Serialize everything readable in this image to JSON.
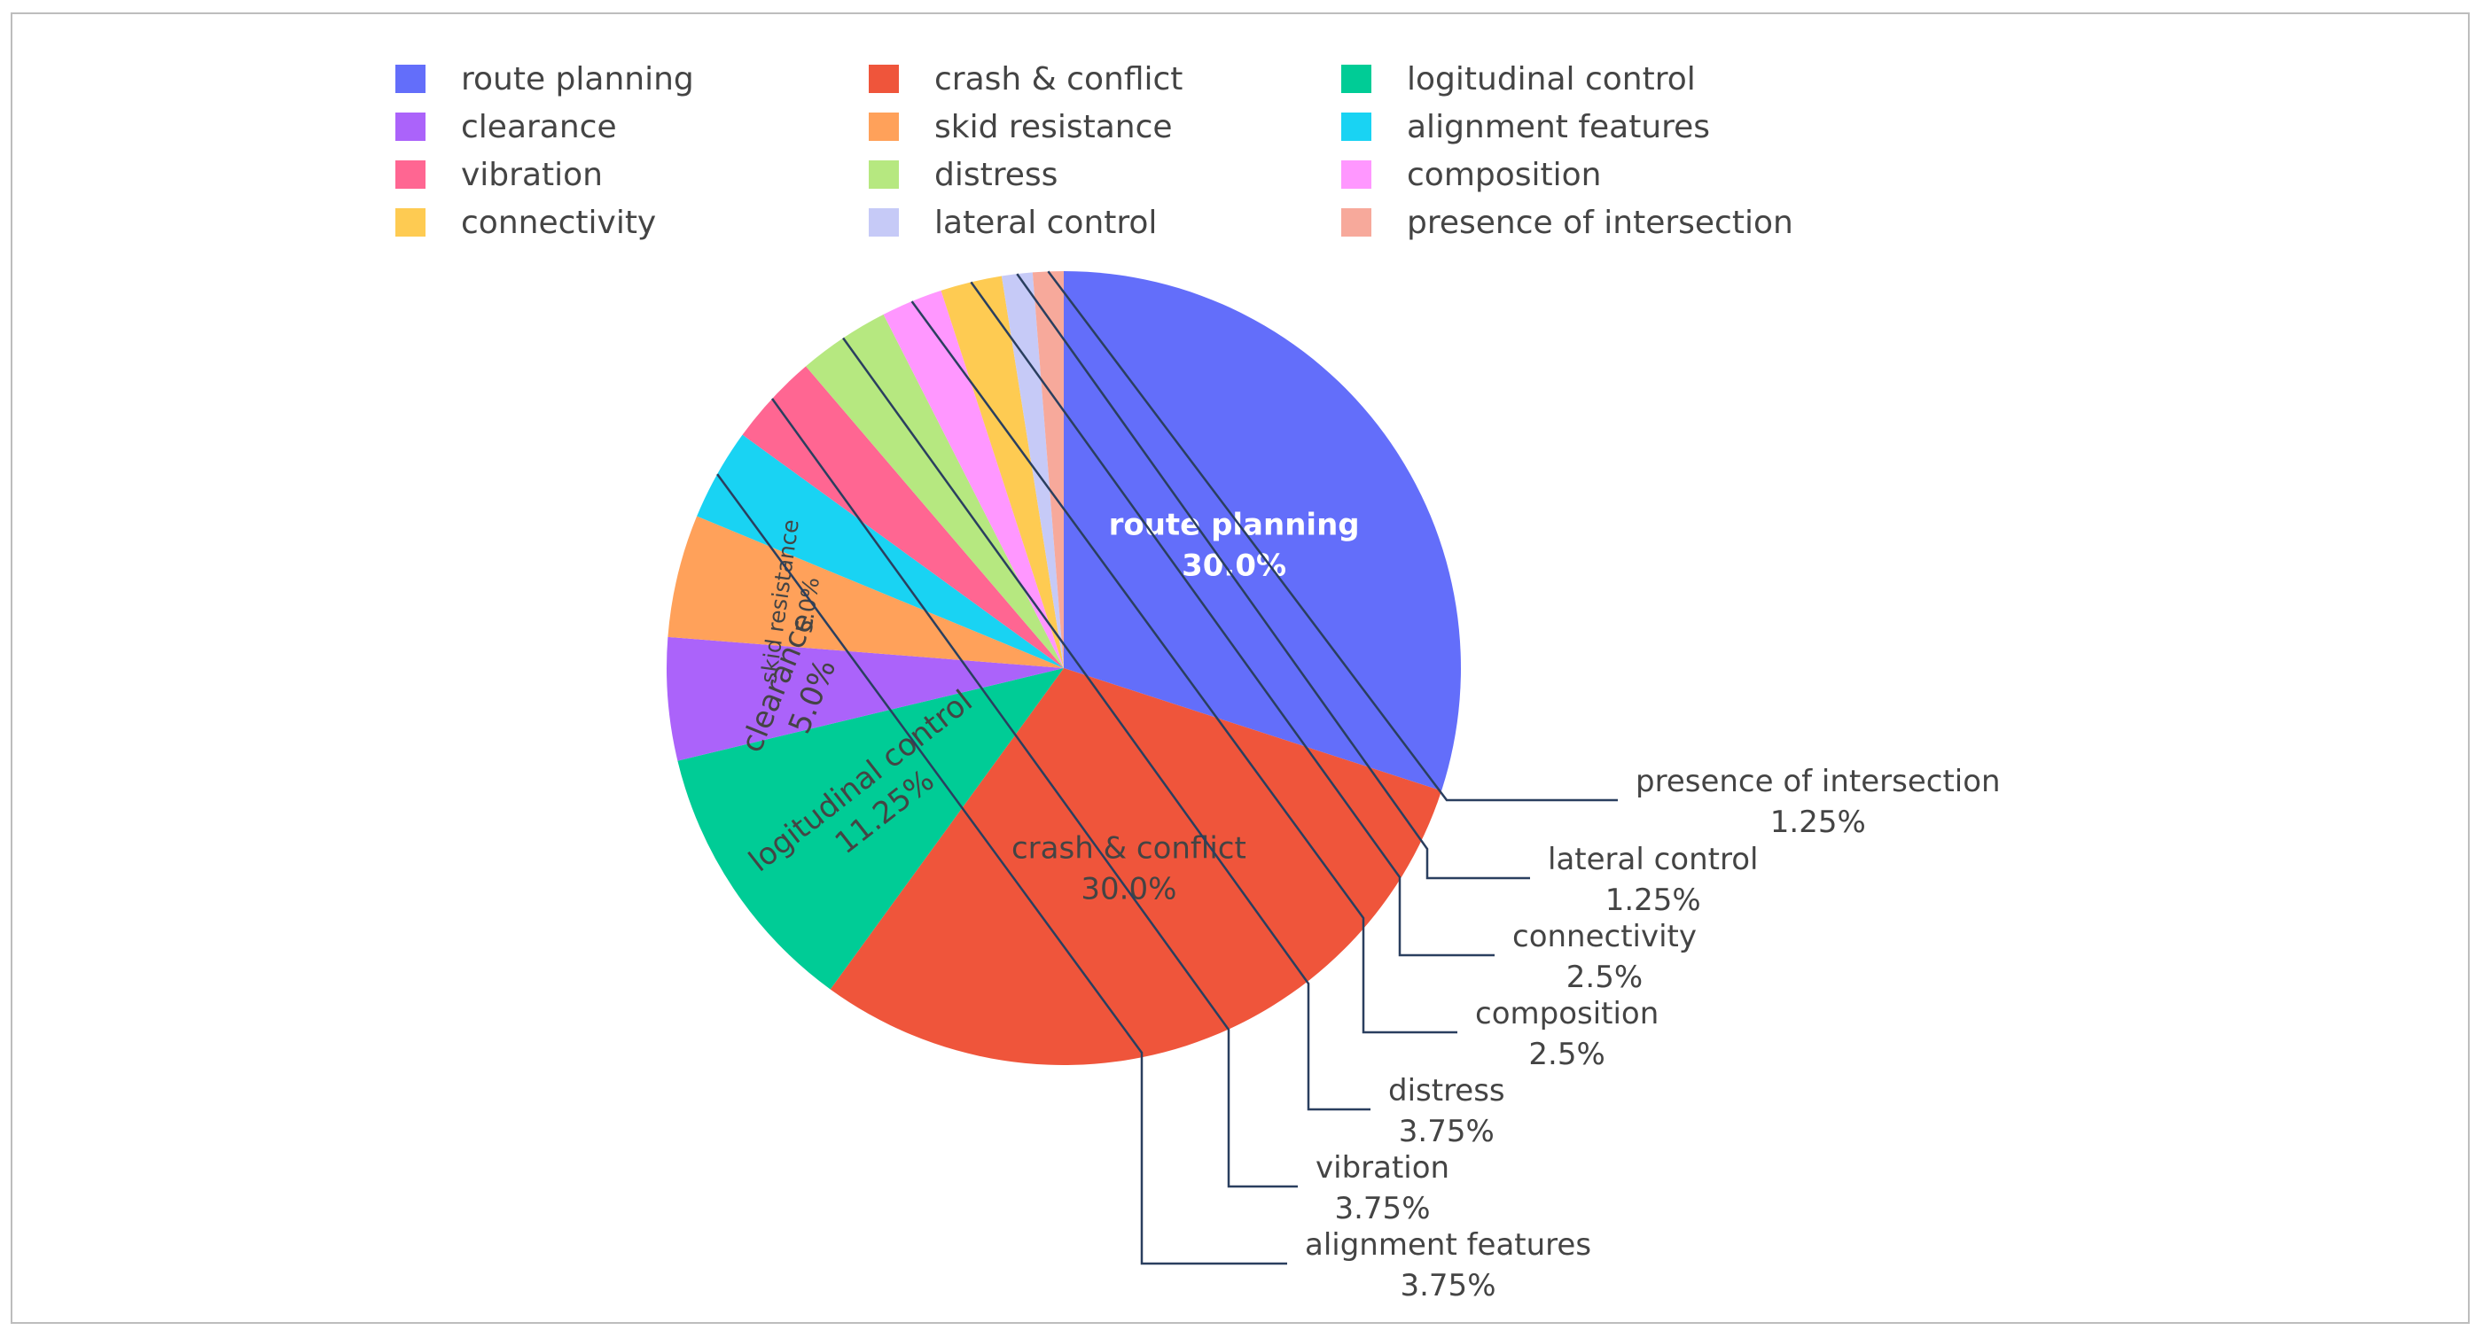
{
  "chart_data": {
    "type": "pie",
    "title": "",
    "legend_position": "top",
    "slices": [
      {
        "label": "route planning",
        "value": 30.0,
        "display": "30.0%",
        "color": "#636efa",
        "label_position": "inside",
        "text_color": "#ffffff"
      },
      {
        "label": "crash & conflict",
        "value": 30.0,
        "display": "30.0%",
        "color": "#ef553b",
        "label_position": "inside",
        "text_color": "#444444"
      },
      {
        "label": "logitudinal control",
        "value": 11.25,
        "display": "11.25%",
        "color": "#00cc96",
        "label_position": "inside",
        "text_color": "#444444"
      },
      {
        "label": "clearance",
        "value": 5.0,
        "display": "5.0%",
        "color": "#ab63fa",
        "label_position": "inside",
        "text_color": "#444444"
      },
      {
        "label": "skid resistance",
        "value": 5.0,
        "display": "5.0%",
        "color": "#ffa15a",
        "label_position": "inside",
        "text_color": "#444444"
      },
      {
        "label": "alignment features",
        "value": 3.75,
        "display": "3.75%",
        "color": "#19d3f3",
        "label_position": "outside",
        "text_color": "#444444"
      },
      {
        "label": "vibration",
        "value": 3.75,
        "display": "3.75%",
        "color": "#ff6692",
        "label_position": "outside",
        "text_color": "#444444"
      },
      {
        "label": "distress",
        "value": 3.75,
        "display": "3.75%",
        "color": "#b6e880",
        "label_position": "outside",
        "text_color": "#444444"
      },
      {
        "label": "composition",
        "value": 2.5,
        "display": "2.5%",
        "color": "#ff97ff",
        "label_position": "outside",
        "text_color": "#444444"
      },
      {
        "label": "connectivity",
        "value": 2.5,
        "display": "2.5%",
        "color": "#fecb52",
        "label_position": "outside",
        "text_color": "#444444"
      },
      {
        "label": "lateral control",
        "value": 1.25,
        "display": "1.25%",
        "color": "#c6caf7",
        "label_position": "outside",
        "text_color": "#444444"
      },
      {
        "label": "presence of intersection",
        "value": 1.25,
        "display": "1.25%",
        "color": "#f7a99b",
        "label_position": "outside",
        "text_color": "#444444"
      }
    ],
    "legend_order": [
      "route planning",
      "clearance",
      "vibration",
      "connectivity",
      "crash & conflict",
      "skid resistance",
      "distress",
      "lateral control",
      "logitudinal control",
      "alignment features",
      "composition",
      "presence of intersection"
    ]
  }
}
